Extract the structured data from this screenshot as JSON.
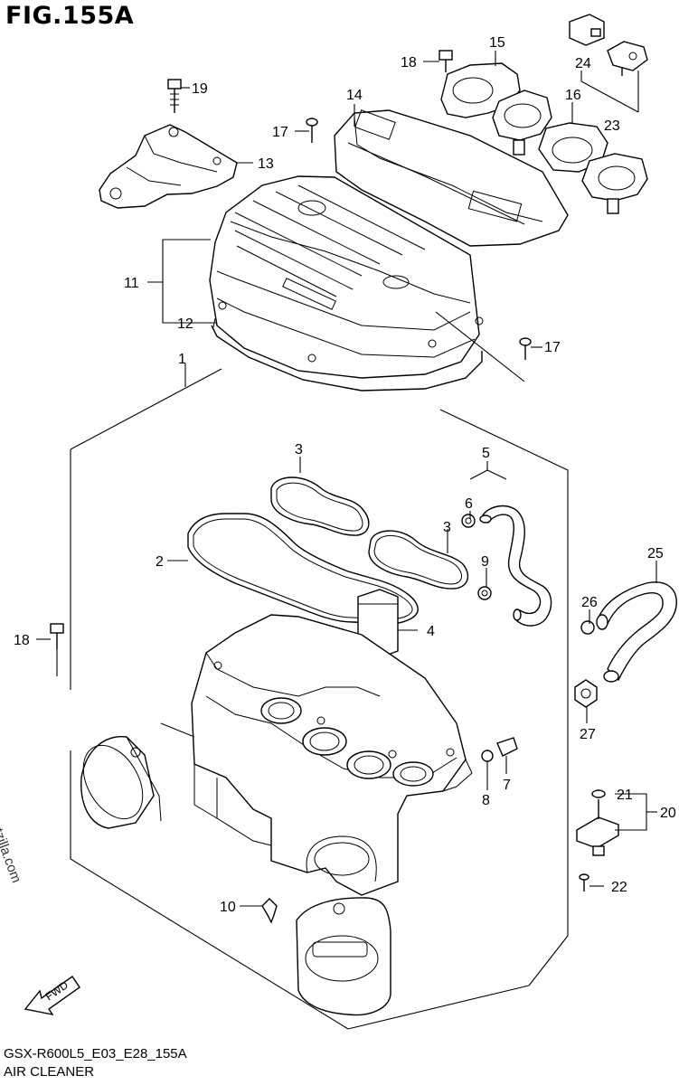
{
  "figure": {
    "title": "FIG.155A",
    "code": "GSX-R600L5_E03_E28_155A",
    "name": "AIR CLEANER",
    "watermark": "© Partzilla.com",
    "fwd_label": "FWD"
  },
  "callouts": [
    "1",
    "2",
    "3",
    "3",
    "4",
    "5",
    "6",
    "7",
    "8",
    "9",
    "10",
    "11",
    "12",
    "13",
    "14",
    "15",
    "16",
    "17",
    "17",
    "18",
    "18",
    "19",
    "20",
    "21",
    "22",
    "23",
    "24",
    "25",
    "26",
    "27"
  ]
}
